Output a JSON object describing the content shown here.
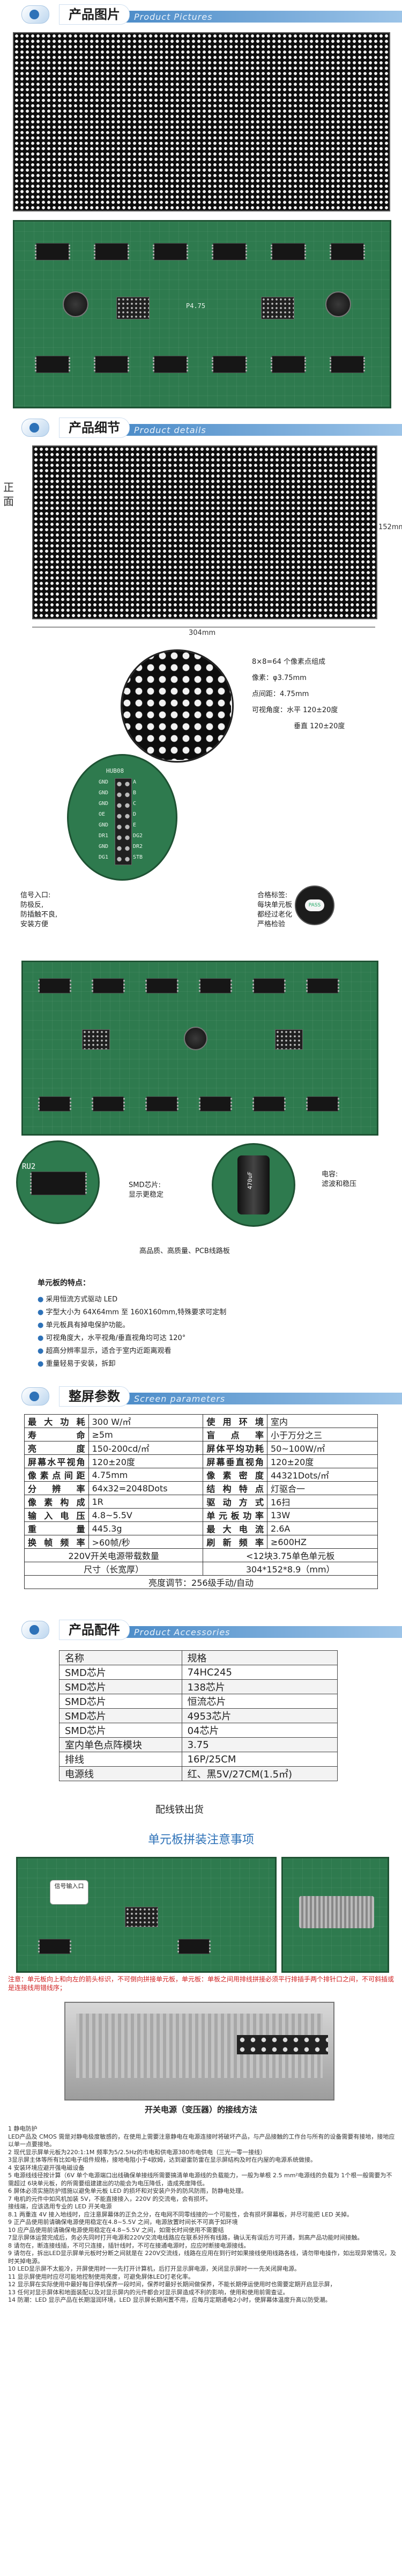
{
  "sections": {
    "pictures": {
      "cn": "产品图片",
      "en": "Product Pictures"
    },
    "details": {
      "cn": "产品细节",
      "en": "Product details"
    },
    "params": {
      "cn": "整屏参数",
      "en": "Screen parameters"
    },
    "accessories": {
      "cn": "产品配件",
      "en": "Product Accessories"
    }
  },
  "details": {
    "side_label": "正面",
    "width_mm": "304mm",
    "height_mm": "152mm",
    "pixel_note": "8×8=64 个像素点组成",
    "diameter": "像素：φ3.75mm",
    "pitch": "点间距：4.75mm",
    "angle_h_label": "可视角度：",
    "angle_h": "水平 120±20度",
    "angle_v": "垂直 120±20度",
    "signal_title": "信号入口:",
    "signal_lines": [
      "防极反,",
      "防插触不良,",
      "安装方便"
    ],
    "pass_title": "合格标签:",
    "pass_lines": [
      "每块单元板",
      "都经过老化",
      "严格检验"
    ],
    "pass_sticker": "PASS",
    "smd_title": "SMD芯片:",
    "smd_lines": [
      "显示更稳定"
    ],
    "power_title": "电容:",
    "power_lines": [
      "滤波和稳压"
    ],
    "quality": "高品质、高质量、PCB线路板",
    "pcb_silk": "P4.75",
    "header_pins_left": [
      "GND",
      "GND",
      "GND",
      "OE",
      "GND",
      "DR1",
      "GND",
      "DG1"
    ],
    "header_pins_right": [
      "A",
      "B",
      "C",
      "D",
      "E",
      "DG2",
      "DR2",
      "STB"
    ],
    "header_name": "HUB08",
    "chip_label": "RU2",
    "cap_label": "470uF",
    "features_title": "单元板的特点：",
    "features": [
      "采用恒流方式驱动 LED",
      "字型大小为 64X64mm 至 160X160mm,特殊要求可定制",
      "单元板具有掉电保护功能。",
      "可视角度大，水平视角/垂直视角均可达 120°",
      "超高分辨率显示，适合于室内近距离观看",
      "重量轻易于安装，拆卸"
    ]
  },
  "params": {
    "rows": [
      [
        "最大功耗",
        "300 W/㎡",
        "使用环境",
        "室内"
      ],
      [
        "寿命",
        "≥5m",
        "盲点率",
        "小于万分之三"
      ],
      [
        "亮度",
        "150-200cd/㎡",
        "屏体平均功耗",
        "50~100W/㎡"
      ],
      [
        "屏幕水平视角",
        "120±20度",
        "屏幕垂直视角",
        "120±20度"
      ],
      [
        "像素点间距",
        "4.75mm",
        "像素密度",
        "44321Dots/㎡"
      ],
      [
        "分辨率",
        "64x32=2048Dots",
        "结构特点",
        "灯驱合一"
      ],
      [
        "像素构成",
        "1R",
        "驱动方式",
        "16扫"
      ],
      [
        "输入电压",
        "4.8~5.5V",
        "单元板功率",
        "13W"
      ],
      [
        "重量",
        "445.3g",
        "最大电流",
        "2.6A"
      ],
      [
        "换帧频率",
        ">60帧/秒",
        "刷新频率",
        "≥600HZ"
      ]
    ],
    "span_row": [
      "220V开关电源带载数量",
      "<12块3.75单色单元板"
    ],
    "size_row": [
      "尺寸（长宽厚）",
      "304*152*8.9（mm）"
    ],
    "bright_row": [
      "亮度调节：",
      "256级手动/自动"
    ]
  },
  "accessories": {
    "header": [
      "名称",
      "规格"
    ],
    "rows": [
      [
        "SMD芯片",
        "74HC245"
      ],
      [
        "SMD芯片",
        "138芯片"
      ],
      [
        "SMD芯片",
        "恒流芯片"
      ],
      [
        "SMD芯片",
        "4953芯片"
      ],
      [
        "SMD芯片",
        "04芯片"
      ],
      [
        "室内单色点阵模块",
        "3.75"
      ],
      [
        "排线",
        "16P/25CM"
      ],
      [
        "电源线",
        "红、黑5V/27CM(1.5㎡)"
      ]
    ],
    "footer": "配线铁出货"
  },
  "splice": {
    "title": "单元板拼装注意事项",
    "input_label": "信号输入口",
    "warning": "注意：单元板向上和向左的箭头标识，不可倒向拼接单元板，单元板：单板之间用排线拼接必须平行排插手两个排针口之间，不可斜插或是连接线用错线序；",
    "psu_caption": "开关电源（变压器）的接线方法"
  },
  "notes": {
    "lines": [
      "1   静电防护",
      "    LED产品及 CMOS 需是对静电极度敏感的，在使用上需要注意静电在电源连接时将破坏产品，与产品接触的工作台与所有的设备需要有接地，接地应以单一点要接地。",
      "2  现代显示屏单元板为220:1:1M 频率为5/2.5Hz的市电和供电源380市电供电（三光一零一接线）",
      "3显示屏主体等所有比如电子组件规格，接地电阻小于4欧姆，达到避雷防雷在显示屏结构及时在内屋的电源系统做接。",
      "4  安装环境应避开强电磁设备",
      "5  电源线线径按计算（6V 单个电源端口出线确保单接线所需要搞清单电源线的负载能力，一般为单根 2.5 mm²电源线的负载为 1个根一般需要为不需超过 6块单元板，的所需要组建建出的功能会为电压降低，造成亮度降低。",
      "6  屏体必须实施防护措施以避免单元板 LED 的损坏和对安装户外的防风防雨，防静电处理。",
      "7  电机的元件中如风机加装 5V，不能直接接入，220V 的交流电，会有损坏。",
      "    接线端，应该选用专业的 LED 开关电源",
      "8.1 两重连 4V 接入地线时，应注意屏幕体的正负之分，在电网不同零线接的一个可能性，会有损坏屏幕板，并尽可能把 LED 关掉。",
      "9  正产品使用前请确保电源使用稳定在4.8~5.5V 之间，电源放置时间长不可高于如环境",
      "10  应产品使用前请确保电源使用稳定在4.8~5.5V 之间，如需长时间使用不需要结",
      "7显示屏体运营完成后，务必先同时打开电源和220V交流电线路应在联系好所有线路，确认无有误后方可开通，到高产品功能时间接触。",
      "8  请勿在，断连接线插，不可只连接，插针线时，不可在接通电源时，应应时断接电源接线。",
      "9  请勿在，拆出LED显示屏单元板时分断之间就是在 220V交流线，线路在应用在到行时如果接线使用线路各线，请勿带电操作，如出现异常情况，及时关掉电源。",
      "10  LED显示屏不太能冷，开屏使用时一一先打开计算机，后打开显示屏电源，关闭显示屏时一一先关闭屏电源。",
      "11  显示屏使用时应尽可能地控制使用亮度，可避免屏体LED灯老化率。",
      "12  显示屏在实际使用中最好每日停机保养一段时间，保养时最好长期间做保养，不能长期停运使用时也需要定期开启显示屏，",
      "13  任何对显示屏体和地面装配以及对显示屏内的元件都会对显示屏造成不利的影响，使用和使用前需查证。",
      "14  防潮：LED 显示产品在长期湿润环境，LED 显示屏长期闲置不用，应每月定期通电2小时，使屏幕体温度升高以防受潮。"
    ]
  },
  "colors": {
    "accent": "#2e72b8",
    "pcb": "#2e7a4e",
    "warning": "#d02020"
  }
}
